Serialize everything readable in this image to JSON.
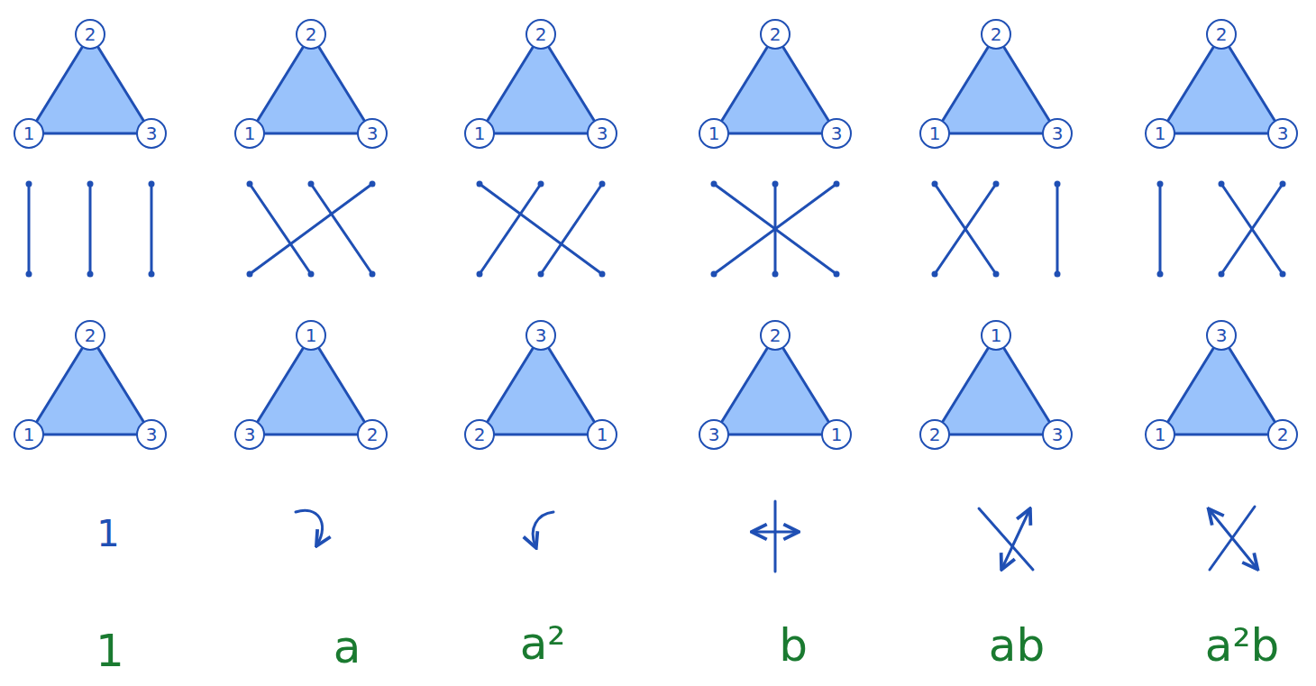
{
  "diagram": {
    "nodes": [
      {
        "text": [
          "2"
        ]
      },
      {
        "text": [
          "1"
        ]
      },
      {
        "text": [
          "3"
        ]
      },
      {
        "text": [
          "2"
        ]
      },
      {
        "text": [
          "1"
        ]
      },
      {
        "text": [
          "3"
        ]
      },
      {
        "text": [
          "2"
        ]
      },
      {
        "text": [
          "1"
        ]
      },
      {
        "text": [
          "3"
        ]
      },
      {
        "text": [
          "2"
        ]
      },
      {
        "text": [
          "1"
        ]
      },
      {
        "text": [
          "3"
        ]
      },
      {
        "text": [
          "2"
        ]
      },
      {
        "text": [
          "1"
        ]
      },
      {
        "text": [
          "3"
        ]
      },
      {
        "text": [
          "2"
        ]
      },
      {
        "text": [
          "1"
        ]
      },
      {
        "text": [
          "3"
        ]
      },
      {
        "text": [
          "2"
        ]
      },
      {
        "text": [
          "1"
        ]
      },
      {
        "text": [
          "3"
        ]
      },
      {
        "text": [
          "1"
        ]
      },
      {
        "text": [
          "3"
        ]
      },
      {
        "text": [
          "2"
        ]
      },
      {
        "text": [
          "3"
        ]
      },
      {
        "text": [
          "2"
        ]
      },
      {
        "text": [
          "1"
        ]
      },
      {
        "text": [
          "2"
        ]
      },
      {
        "text": [
          "3"
        ]
      },
      {
        "text": [
          "1"
        ]
      },
      {
        "text": [
          "1"
        ]
      },
      {
        "text": [
          "2"
        ]
      },
      {
        "text": [
          "3"
        ]
      },
      {
        "text": [
          "3"
        ]
      },
      {
        "text": [
          "1"
        ]
      },
      {
        "text": [
          "2"
        ]
      }
    ],
    "labels": [
      "1",
      "1",
      "a",
      "a²",
      "b",
      "ab",
      "a²b"
    ]
  }
}
